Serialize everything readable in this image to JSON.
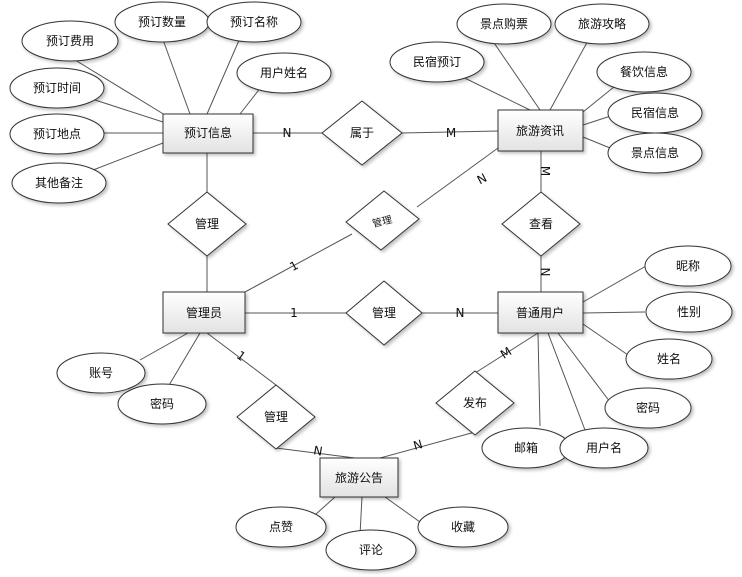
{
  "diagram": {
    "entities": [
      {
        "id": "booking",
        "label": "预订信息"
      },
      {
        "id": "travel",
        "label": "旅游资讯"
      },
      {
        "id": "admin",
        "label": "管理员"
      },
      {
        "id": "user",
        "label": "普通用户"
      },
      {
        "id": "notice",
        "label": "旅游公告"
      }
    ],
    "relationships": [
      {
        "id": "belongs",
        "label": "属于"
      },
      {
        "id": "manage_booking",
        "label": "管理"
      },
      {
        "id": "manage_travel",
        "label": "管理"
      },
      {
        "id": "view",
        "label": "查看"
      },
      {
        "id": "manage_user",
        "label": "管理"
      },
      {
        "id": "manage_notice",
        "label": "管理"
      },
      {
        "id": "publish",
        "label": "发布"
      }
    ],
    "attributes": [
      {
        "id": "a_fee",
        "label": "预订费用"
      },
      {
        "id": "a_qty",
        "label": "预订数量"
      },
      {
        "id": "a_name",
        "label": "预订名称"
      },
      {
        "id": "a_time",
        "label": "预订时间"
      },
      {
        "id": "a_uname",
        "label": "用户姓名"
      },
      {
        "id": "a_place",
        "label": "预订地点"
      },
      {
        "id": "a_note",
        "label": "其他备注"
      },
      {
        "id": "a_ticket",
        "label": "景点购票"
      },
      {
        "id": "a_guide",
        "label": "旅游攻略"
      },
      {
        "id": "a_homestay",
        "label": "民宿预订"
      },
      {
        "id": "a_food",
        "label": "餐饮信息"
      },
      {
        "id": "a_hsinfo",
        "label": "民宿信息"
      },
      {
        "id": "a_scenic",
        "label": "景点信息"
      },
      {
        "id": "a_nick",
        "label": "昵称"
      },
      {
        "id": "a_gender",
        "label": "性别"
      },
      {
        "id": "a_realname",
        "label": "姓名"
      },
      {
        "id": "a_account",
        "label": "账号"
      },
      {
        "id": "a_admin_pwd",
        "label": "密码"
      },
      {
        "id": "a_user_pwd",
        "label": "密码"
      },
      {
        "id": "a_email",
        "label": "邮箱"
      },
      {
        "id": "a_username",
        "label": "用户名"
      },
      {
        "id": "a_like",
        "label": "点赞"
      },
      {
        "id": "a_fav",
        "label": "收藏"
      },
      {
        "id": "a_comment",
        "label": "评论"
      }
    ],
    "cardinalities": [
      {
        "id": "c_book_belongs",
        "label": "N"
      },
      {
        "id": "c_travel_belongs",
        "label": "M"
      },
      {
        "id": "c_admin_mtravel",
        "label": "1"
      },
      {
        "id": "c_travel_mtravel",
        "label": "N"
      },
      {
        "id": "c_travel_view",
        "label": "M"
      },
      {
        "id": "c_user_view",
        "label": "N"
      },
      {
        "id": "c_admin_muser",
        "label": "1"
      },
      {
        "id": "c_user_muser",
        "label": "N"
      },
      {
        "id": "c_admin_mnotice",
        "label": "1"
      },
      {
        "id": "c_notice_mnotice",
        "label": "N"
      },
      {
        "id": "c_notice_publish",
        "label": "N"
      },
      {
        "id": "c_user_publish",
        "label": "M"
      }
    ]
  }
}
